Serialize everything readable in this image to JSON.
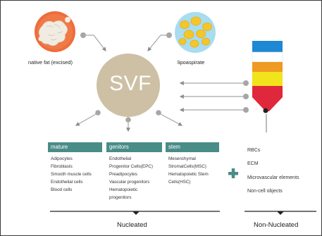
{
  "sources": [
    {
      "label": "native fat (excised)"
    },
    {
      "label": "lipoaspirate"
    }
  ],
  "center": {
    "label": "SVF"
  },
  "columns": [
    {
      "header": "mature",
      "items": [
        "Adipocytes",
        "Fibroblasts",
        "Smooth muscle cells",
        "Endothelial cells",
        "Blood cells"
      ]
    },
    {
      "header": "genitors",
      "items": [
        "Endothelial",
        "Progenitor Cells(EPC)",
        "Preadipocytes",
        "Vascular progenitors",
        "Hematopoietic",
        "progenitors"
      ]
    },
    {
      "header": "stem",
      "items": [
        "Mesenchymal",
        "StromalCells(MSC)",
        "Hematopoietic Stem",
        "Cells(HSC)"
      ]
    }
  ],
  "non_nucleated": {
    "items": [
      "RBCs",
      "ECM",
      "Microvascular elements",
      "Non-cell objects"
    ]
  },
  "groups": {
    "nucleated": "Nucleated",
    "non_nucleated": "Non-Nucleated"
  },
  "colors": {
    "column_header": "#4a8c87",
    "svf_circle": "#cdc0a5",
    "native_fat": "#ee6d3c",
    "lipoaspirate": "#a8dcef",
    "lipo_droplet": "#f4c62a",
    "tube_blue": "#1e88d4",
    "tube_orange": "#ef9a22",
    "tube_yellow": "#f1e31c",
    "tube_red": "#e0283c",
    "plus": "#4a8c87",
    "connector": "#a6a6a6"
  }
}
